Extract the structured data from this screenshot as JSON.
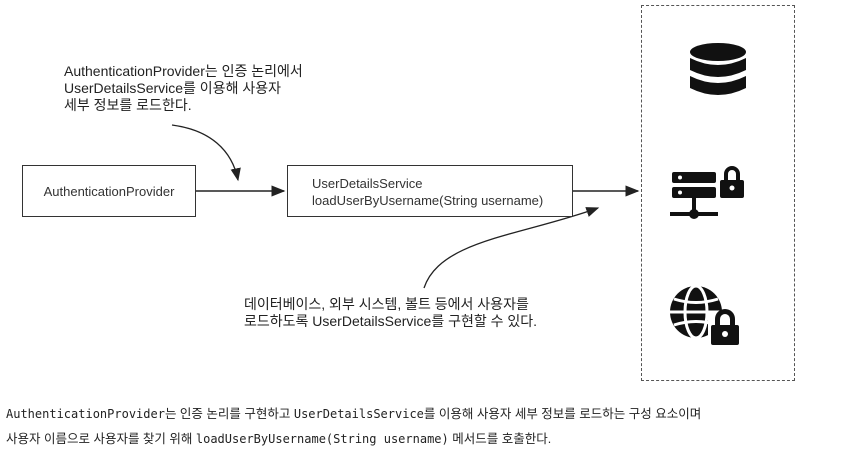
{
  "note_top": "AuthenticationProvider는 인증 논리에서\nUserDetailsService를 이용해 사용자\n세부 정보를 로드한다.",
  "note_bottom": "데이터베이스, 외부 시스템, 볼트 등에서 사용자를\n로드하도록 UserDetailsService를 구현할 수 있다.",
  "box_auth_label": "AuthenticationProvider",
  "box_uds_line1": "UserDetailsService",
  "box_uds_line2": "loadUserByUsername(String username)",
  "icons": [
    "database-icon",
    "server-lock-icon",
    "globe-lock-icon"
  ],
  "caption": {
    "line1_code1": "AuthenticationProvider",
    "line1_text1": "는 인증 논리를 구현하고 ",
    "line1_code2": "UserDetailsService",
    "line1_text2": "를 이용해 사용자 세부 정보를 로드하는 구성 요소이며",
    "line2_text1": "사용자 이름으로 사용자를 찾기 위해 ",
    "line2_code": "loadUserByUsername(String username)",
    "line2_text2": " 메서드를 호출한다."
  },
  "colors": {
    "ink": "#222222",
    "icon": "#111111"
  }
}
